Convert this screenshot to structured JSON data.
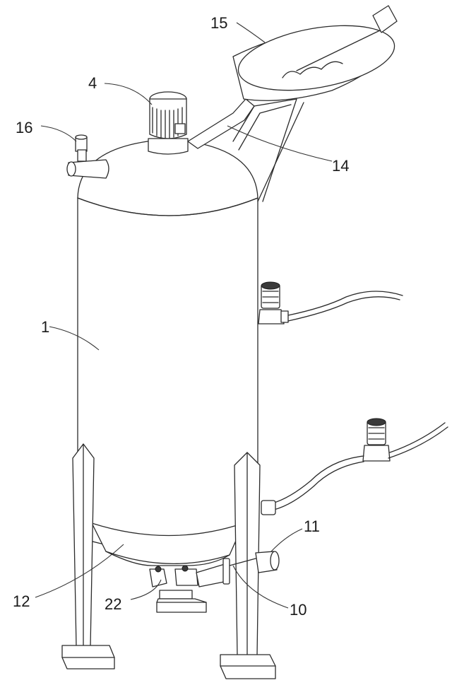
{
  "diagram": {
    "labels": {
      "tank": "1",
      "motor": "4",
      "pump_outlet": "10",
      "outlet_pipe": "11",
      "conical_bottom": "12",
      "feed_tube": "14",
      "hopper": "15",
      "vent_pipe": "16",
      "valve_assembly": "22"
    }
  }
}
